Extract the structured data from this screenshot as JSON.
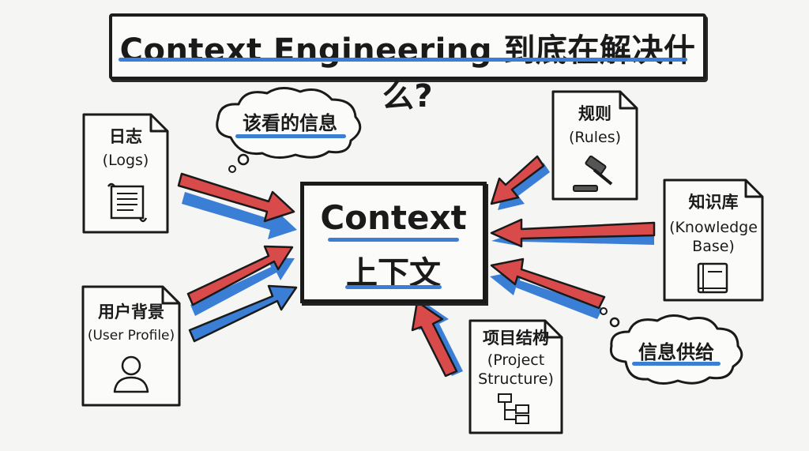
{
  "title": "Context Engineering 到底在解决什么?",
  "center": {
    "en": "Context",
    "zh": "上下文"
  },
  "docs": {
    "logs": {
      "zh": "日志",
      "en": "(Logs)"
    },
    "user_profile": {
      "zh": "用户背景",
      "en": "(User Profile)"
    },
    "rules": {
      "zh": "规则",
      "en": "(Rules)"
    },
    "knowledge_base": {
      "zh": "知识库",
      "en1": "(Knowledge",
      "en2": "Base)"
    },
    "project_structure": {
      "zh": "项目结构",
      "en1": "(Project",
      "en2": "Structure)"
    }
  },
  "clouds": {
    "should_see": "该看的信息",
    "supply": "信息供给"
  },
  "colors": {
    "red": "#d94b4b",
    "blue": "#3a7fd5",
    "ink": "#1a1a1a"
  },
  "icons": [
    "scroll-icon",
    "user-icon",
    "gavel-icon",
    "book-icon",
    "folder-tree-icon"
  ]
}
